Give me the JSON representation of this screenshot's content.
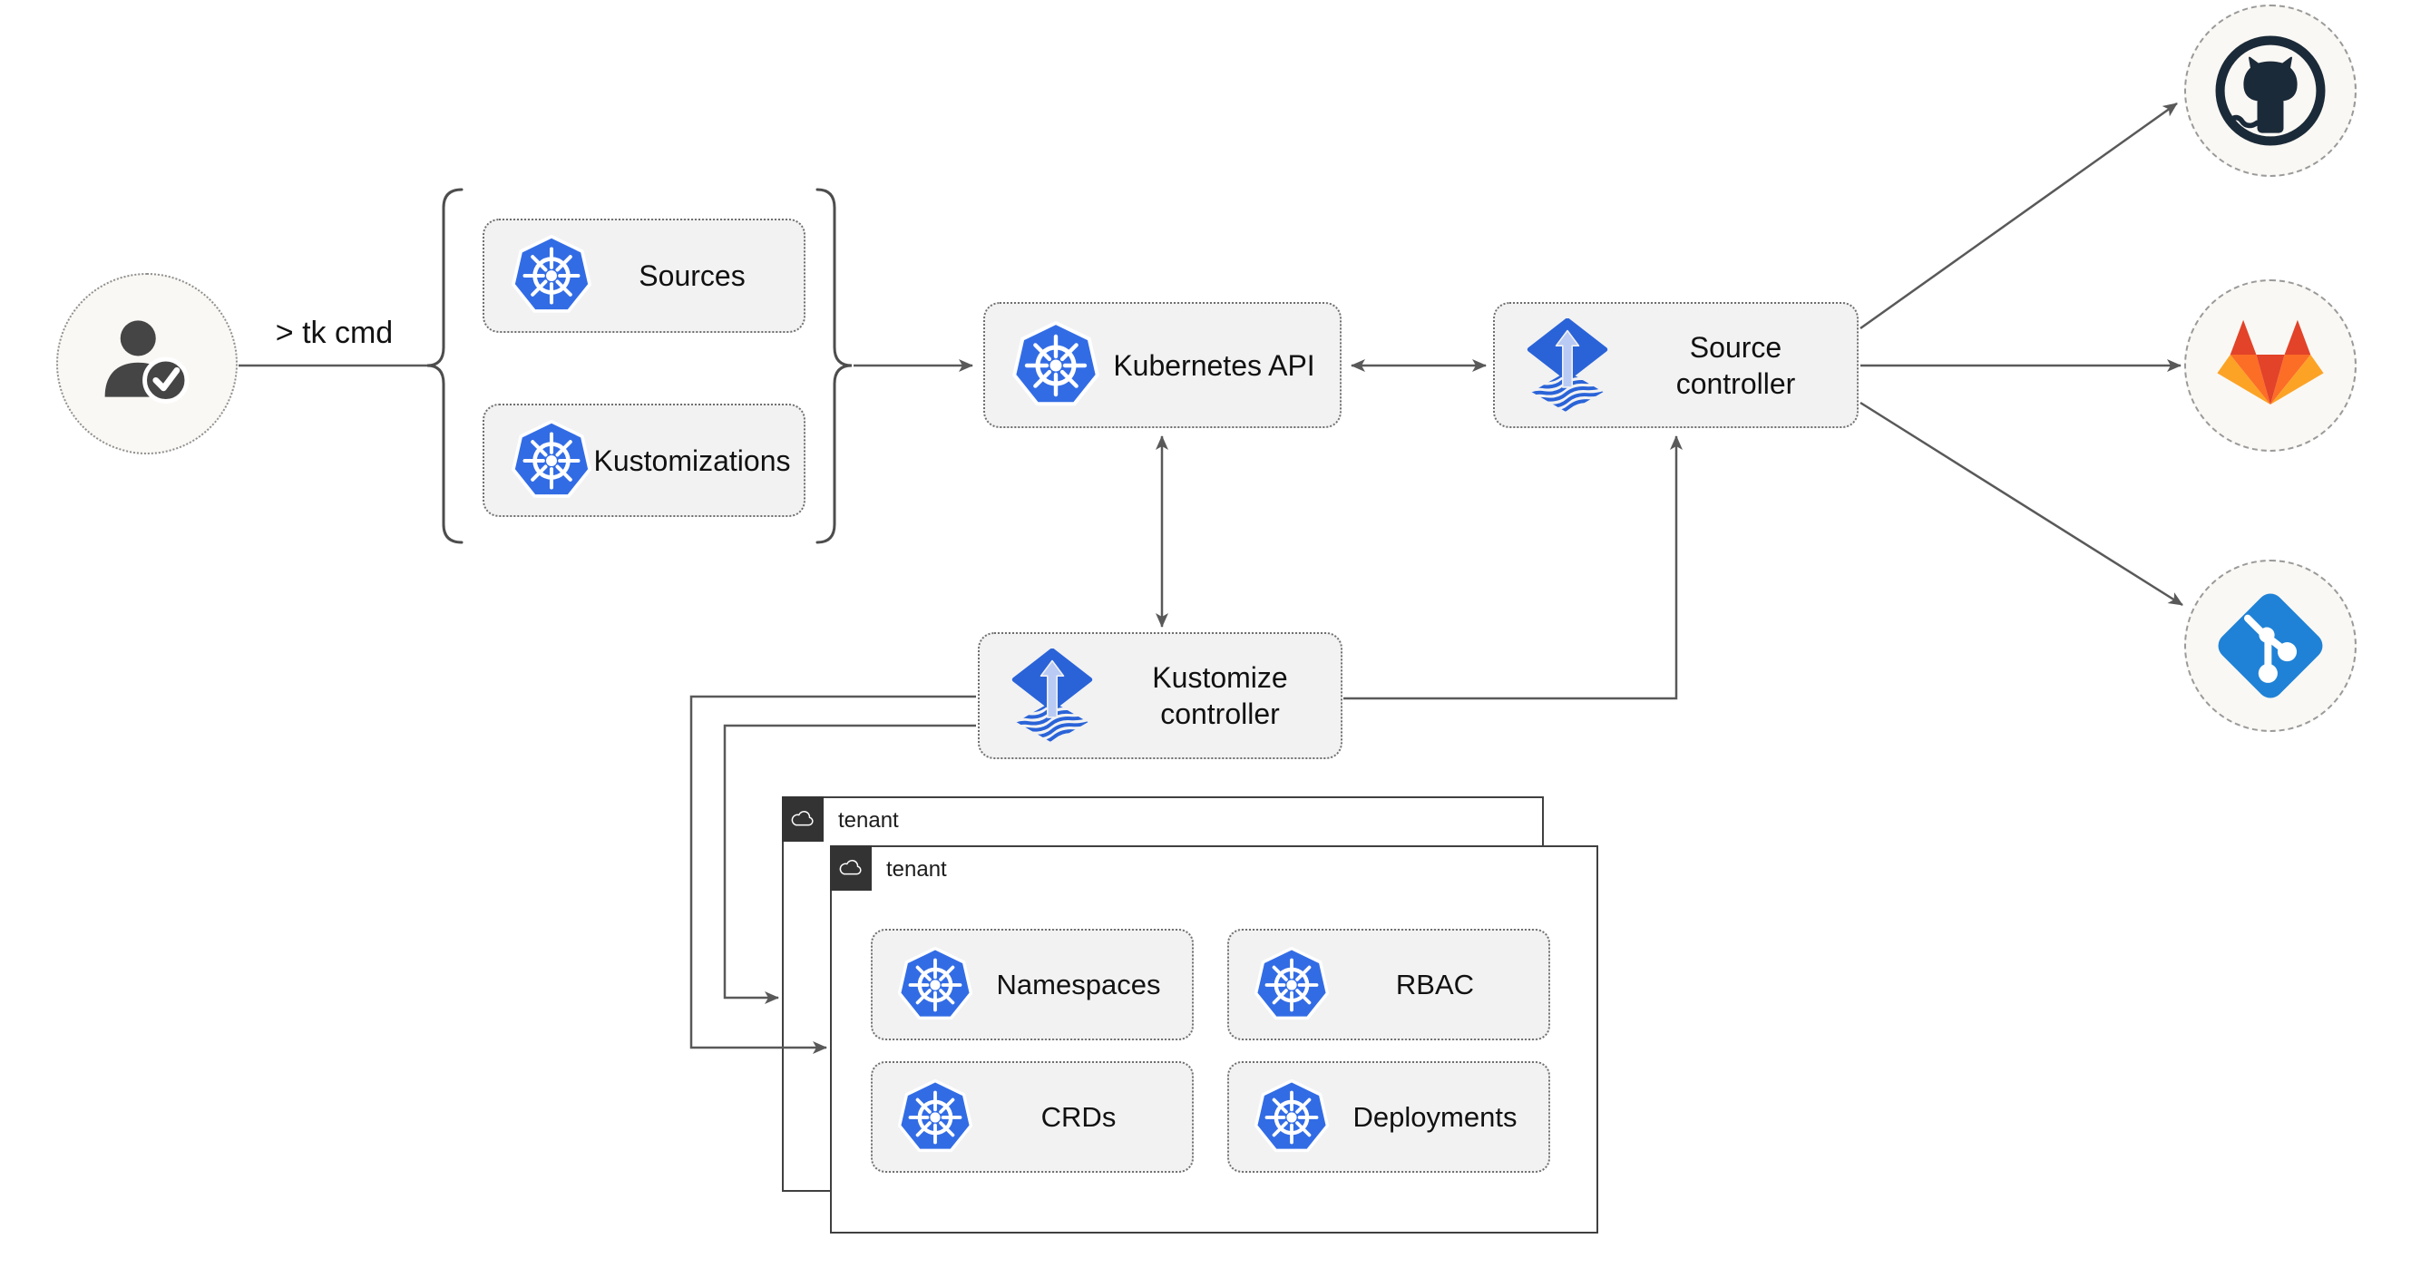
{
  "actor": {
    "command_label": "> tk cmd",
    "icon": "user-check-icon"
  },
  "bracket_group": {
    "items": [
      {
        "label": "Sources",
        "icon": "kubernetes-icon"
      },
      {
        "label": "Kustomizations",
        "icon": "kubernetes-icon"
      }
    ]
  },
  "nodes": {
    "kubernetes_api": {
      "label": "Kubernetes API",
      "icon": "kubernetes-icon"
    },
    "source_controller": {
      "label": "Source controller",
      "icon": "flux-icon"
    },
    "kustomize_controller": {
      "label": "Kustomize controller",
      "icon": "flux-icon"
    }
  },
  "providers": [
    {
      "icon": "github-icon"
    },
    {
      "icon": "gitlab-icon"
    },
    {
      "icon": "git-icon"
    }
  ],
  "tenants": {
    "back": {
      "label": "tenant",
      "icon": "cloud-icon"
    },
    "front": {
      "label": "tenant",
      "icon": "cloud-icon",
      "resources": [
        {
          "label": "Namespaces",
          "icon": "kubernetes-icon"
        },
        {
          "label": "RBAC",
          "icon": "kubernetes-icon"
        },
        {
          "label": "CRDs",
          "icon": "kubernetes-icon"
        },
        {
          "label": "Deployments",
          "icon": "kubernetes-icon"
        }
      ]
    }
  },
  "colors": {
    "kubernetes_blue": "#326ce5",
    "flux_blue": "#2a63d8",
    "flux_arrow_light": "#b9cbf4",
    "github_dark": "#1b2a38",
    "gitlab_red": "#e24329",
    "gitlab_orange": "#fc6d26",
    "gitlab_light_orange": "#fca326",
    "git_blue": "#1f82d6",
    "connector_gray": "#595959",
    "node_fill": "#f2f2f2",
    "circle_fill": "#faf8f4",
    "tenant_header_dark": "#333333"
  }
}
